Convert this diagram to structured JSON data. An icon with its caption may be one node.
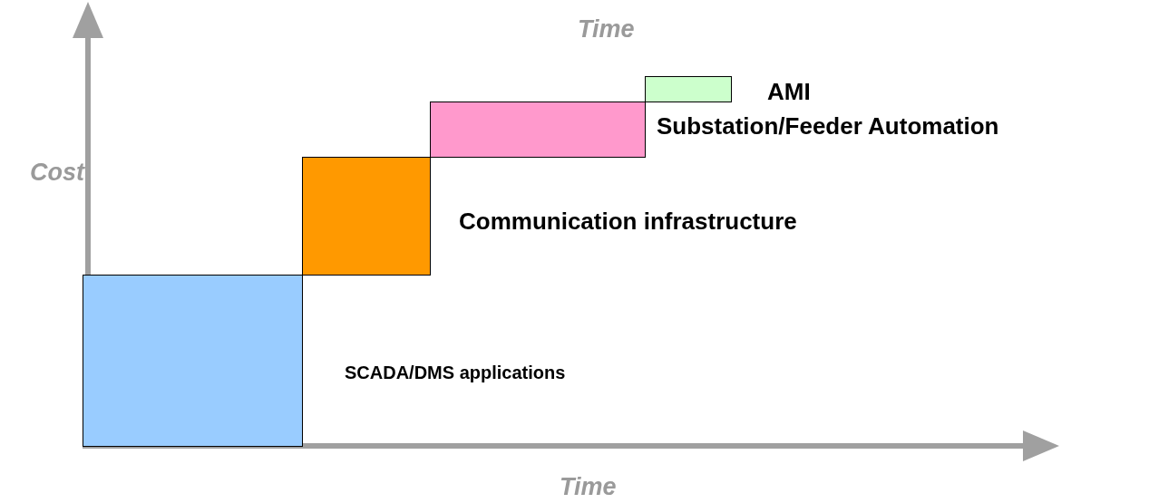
{
  "diagram": {
    "nodes": [
      {
        "text": [],
        "shape": "box",
        "beside": [
          "SCADA/DMS applications"
        ]
      },
      {
        "text": [],
        "shape": "box",
        "beside": [
          "Communication infrastructure"
        ]
      },
      {
        "text": [],
        "shape": "box",
        "beside": [
          "Substation/Feeder Automation"
        ]
      },
      {
        "text": [],
        "shape": "box",
        "beside": [
          "AMI"
        ]
      }
    ],
    "labels": [
      "Time",
      "Cost",
      "Time"
    ]
  }
}
